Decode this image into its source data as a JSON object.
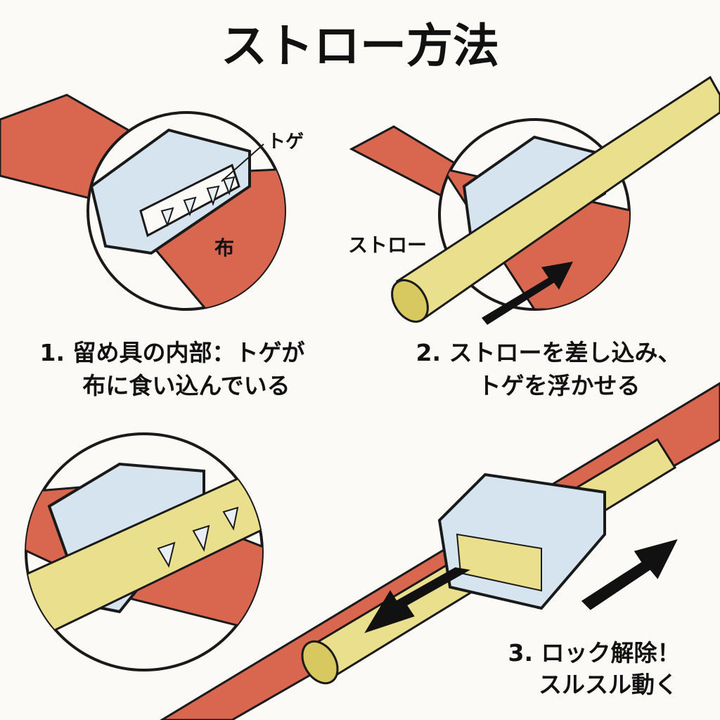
{
  "title": "ストロー方法",
  "panel1": {
    "label_spike": "トゲ",
    "label_cloth": "布",
    "caption_line1": "1. 留め具の内部：トゲが",
    "caption_line2": "布に食い込んでいる"
  },
  "panel2": {
    "label_straw": "ストロー",
    "caption_line1": "2. ストローを差し込み、",
    "caption_line2": "トゲを浮かせる"
  },
  "panel3": {
    "caption_line1": "3. ロック解除！",
    "caption_line2": "スルスル動く"
  },
  "colors": {
    "cloth": "#d9664e",
    "clip": "#d6e4ef",
    "straw": "#eadf8c",
    "outline": "#1a1a1a",
    "background": "#fbfaf6"
  }
}
